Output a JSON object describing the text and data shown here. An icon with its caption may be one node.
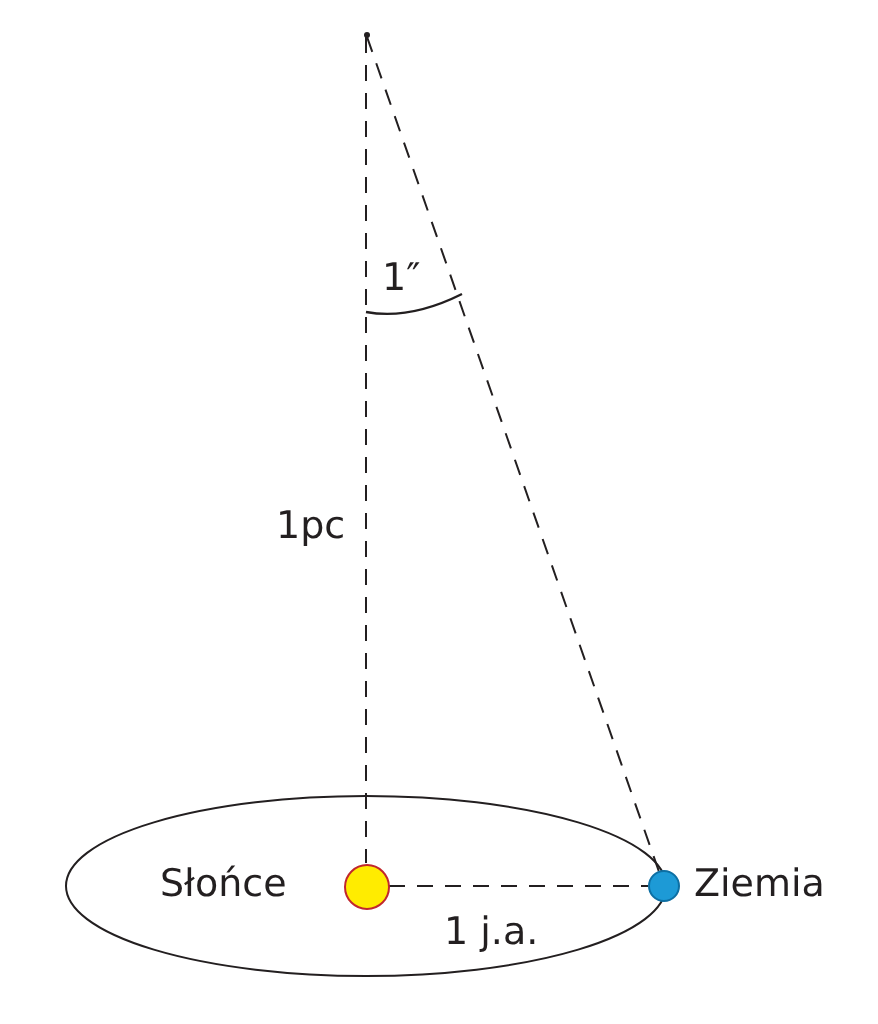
{
  "diagram": {
    "nodes": [
      {
        "text": [],
        "shape": "point"
      },
      {
        "text": [],
        "shape": "circle",
        "beside": [
          "Słońce"
        ]
      },
      {
        "text": [],
        "shape": "circle",
        "beside": [
          "Ziemia"
        ]
      }
    ],
    "edges": [
      {
        "from": 0,
        "to": 1,
        "arrow": "none",
        "style": "dashed",
        "label": "1pc"
      },
      {
        "from": 0,
        "to": 2,
        "arrow": "none",
        "style": "dashed"
      },
      {
        "from": 1,
        "to": 2,
        "arrow": "none",
        "style": "dashed",
        "label": "1 j.a."
      }
    ],
    "labels": [
      "1″"
    ]
  }
}
